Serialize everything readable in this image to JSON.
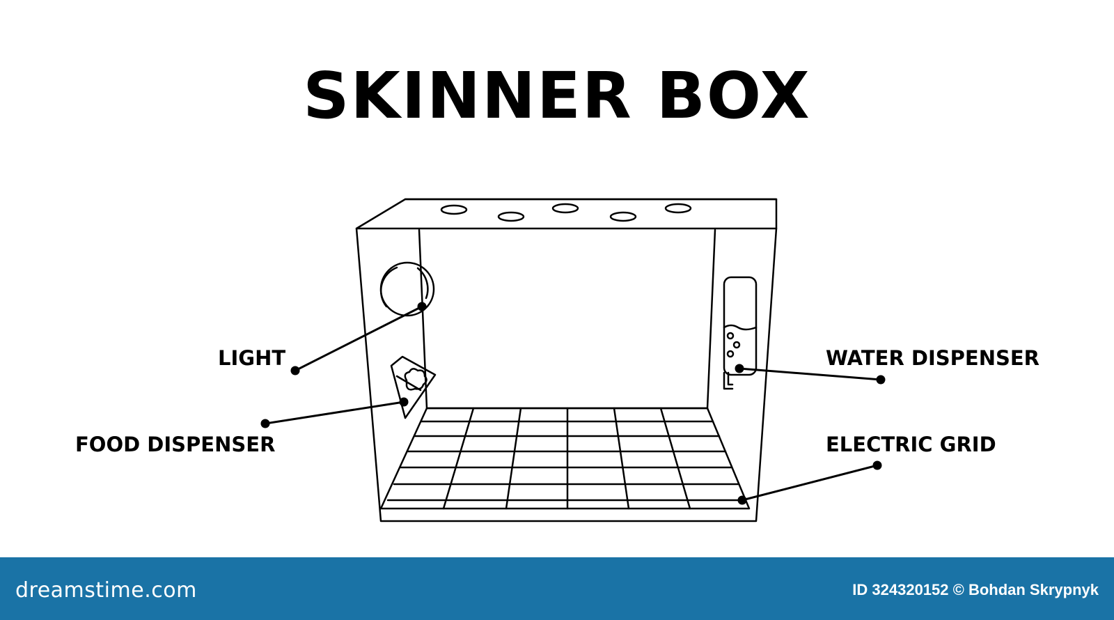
{
  "title": "SKINNER BOX",
  "labels": {
    "light": "LIGHT",
    "food_dispenser": "FOOD DISPENSER",
    "water_dispenser": "WATER DISPENSER",
    "electric_grid": "ELECTRIC GRID"
  },
  "footer": {
    "brand": "dreamstime.com",
    "credit": "ID 324320152 © Bohdan Skrypnyk",
    "background_color": "#1a73a6"
  },
  "colors": {
    "line": "#000000",
    "background": "#ffffff"
  }
}
